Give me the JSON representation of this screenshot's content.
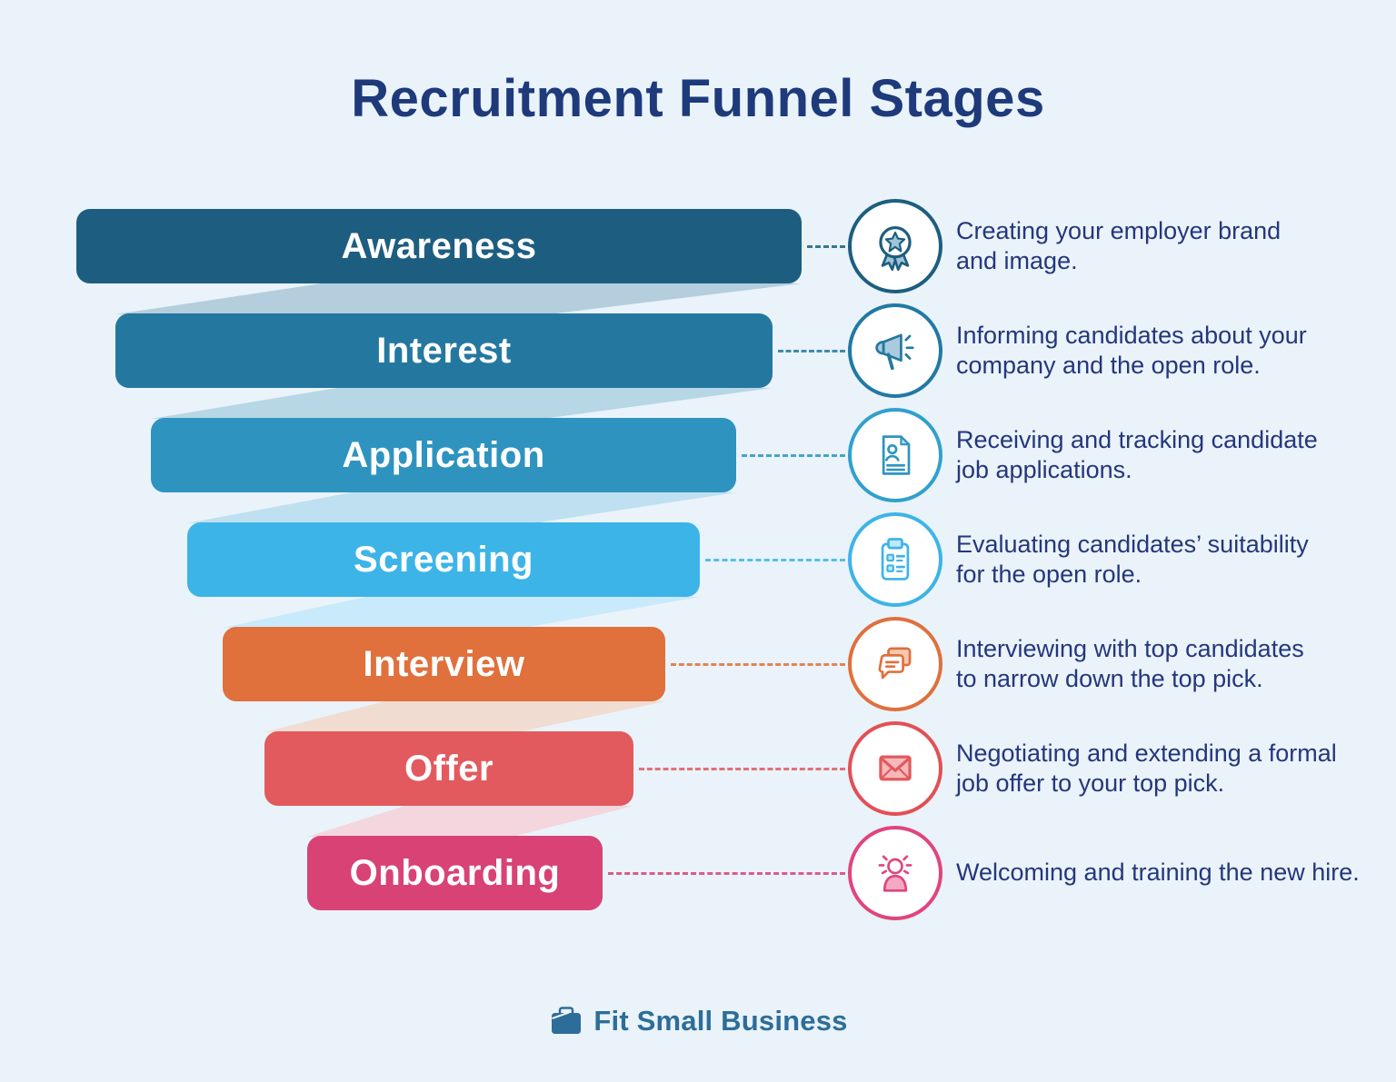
{
  "title": "Recruitment Funnel Stages",
  "colors": {
    "background": "#e9f3f9",
    "title": "#1e3a7b",
    "description_text": "#26367d"
  },
  "stages": [
    {
      "label": "Awareness",
      "description": "Creating your employer brand\nand image.",
      "bar_color": "#1d5e80",
      "icon_color": "#1d5e80",
      "connector_color": "#b4cedd",
      "icon": "award-medal"
    },
    {
      "label": "Interest",
      "description": "Informing candidates about your\ncompany and the open role.",
      "bar_color": "#2478a0",
      "icon_color": "#2179a3",
      "connector_color": "#b7d6e6",
      "icon": "megaphone"
    },
    {
      "label": "Application",
      "description": "Receiving and tracking candidate\njob applications.",
      "bar_color": "#2e94bf",
      "icon_color": "#31a0cd",
      "connector_color": "#bfe0f0",
      "icon": "resume-document"
    },
    {
      "label": "Screening",
      "description": "Evaluating candidates’ suitability\nfor the open role.",
      "bar_color": "#3db4e8",
      "icon_color": "#3db4e8",
      "connector_color": "#c9eafb",
      "icon": "checklist-clipboard"
    },
    {
      "label": "Interview",
      "description": "Interviewing with top candidates\nto narrow down the top pick.",
      "bar_color": "#e0703c",
      "icon_color": "#e0703c",
      "connector_color": "#f1dcd2",
      "icon": "chat-bubbles"
    },
    {
      "label": "Offer",
      "description": "Negotiating and extending a formal\njob offer to your top pick.",
      "bar_color": "#e25a5e",
      "icon_color": "#e25055",
      "connector_color": "#f3d6de",
      "icon": "envelope"
    },
    {
      "label": "Onboarding",
      "description": "Welcoming and training the new hire.",
      "bar_color": "#d84275",
      "icon_color": "#e0457c",
      "connector_color": "#f5d4e0",
      "icon": "person-welcome"
    }
  ],
  "footer": {
    "brand": "Fit Small Business",
    "brand_color": "#2d6d99",
    "icon": "briefcase"
  }
}
